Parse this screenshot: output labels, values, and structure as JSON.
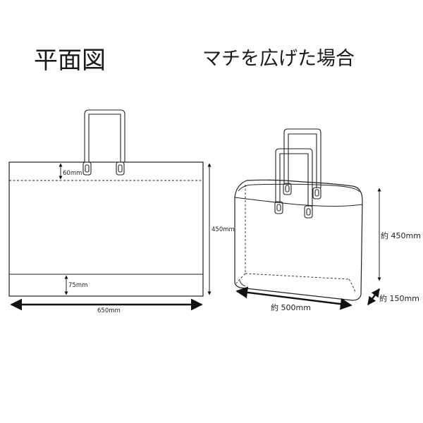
{
  "titles": {
    "flat_view": "平面図",
    "open_view": "マチを広げた場合"
  },
  "flat_bag": {
    "top_band_label": "60mm",
    "bottom_band_label": "75mm",
    "height_label": "450mm",
    "width_label": "650mm"
  },
  "open_bag": {
    "height_label": "約 450mm",
    "width_label": "約 500mm",
    "gusset_label": "約 150mm"
  }
}
